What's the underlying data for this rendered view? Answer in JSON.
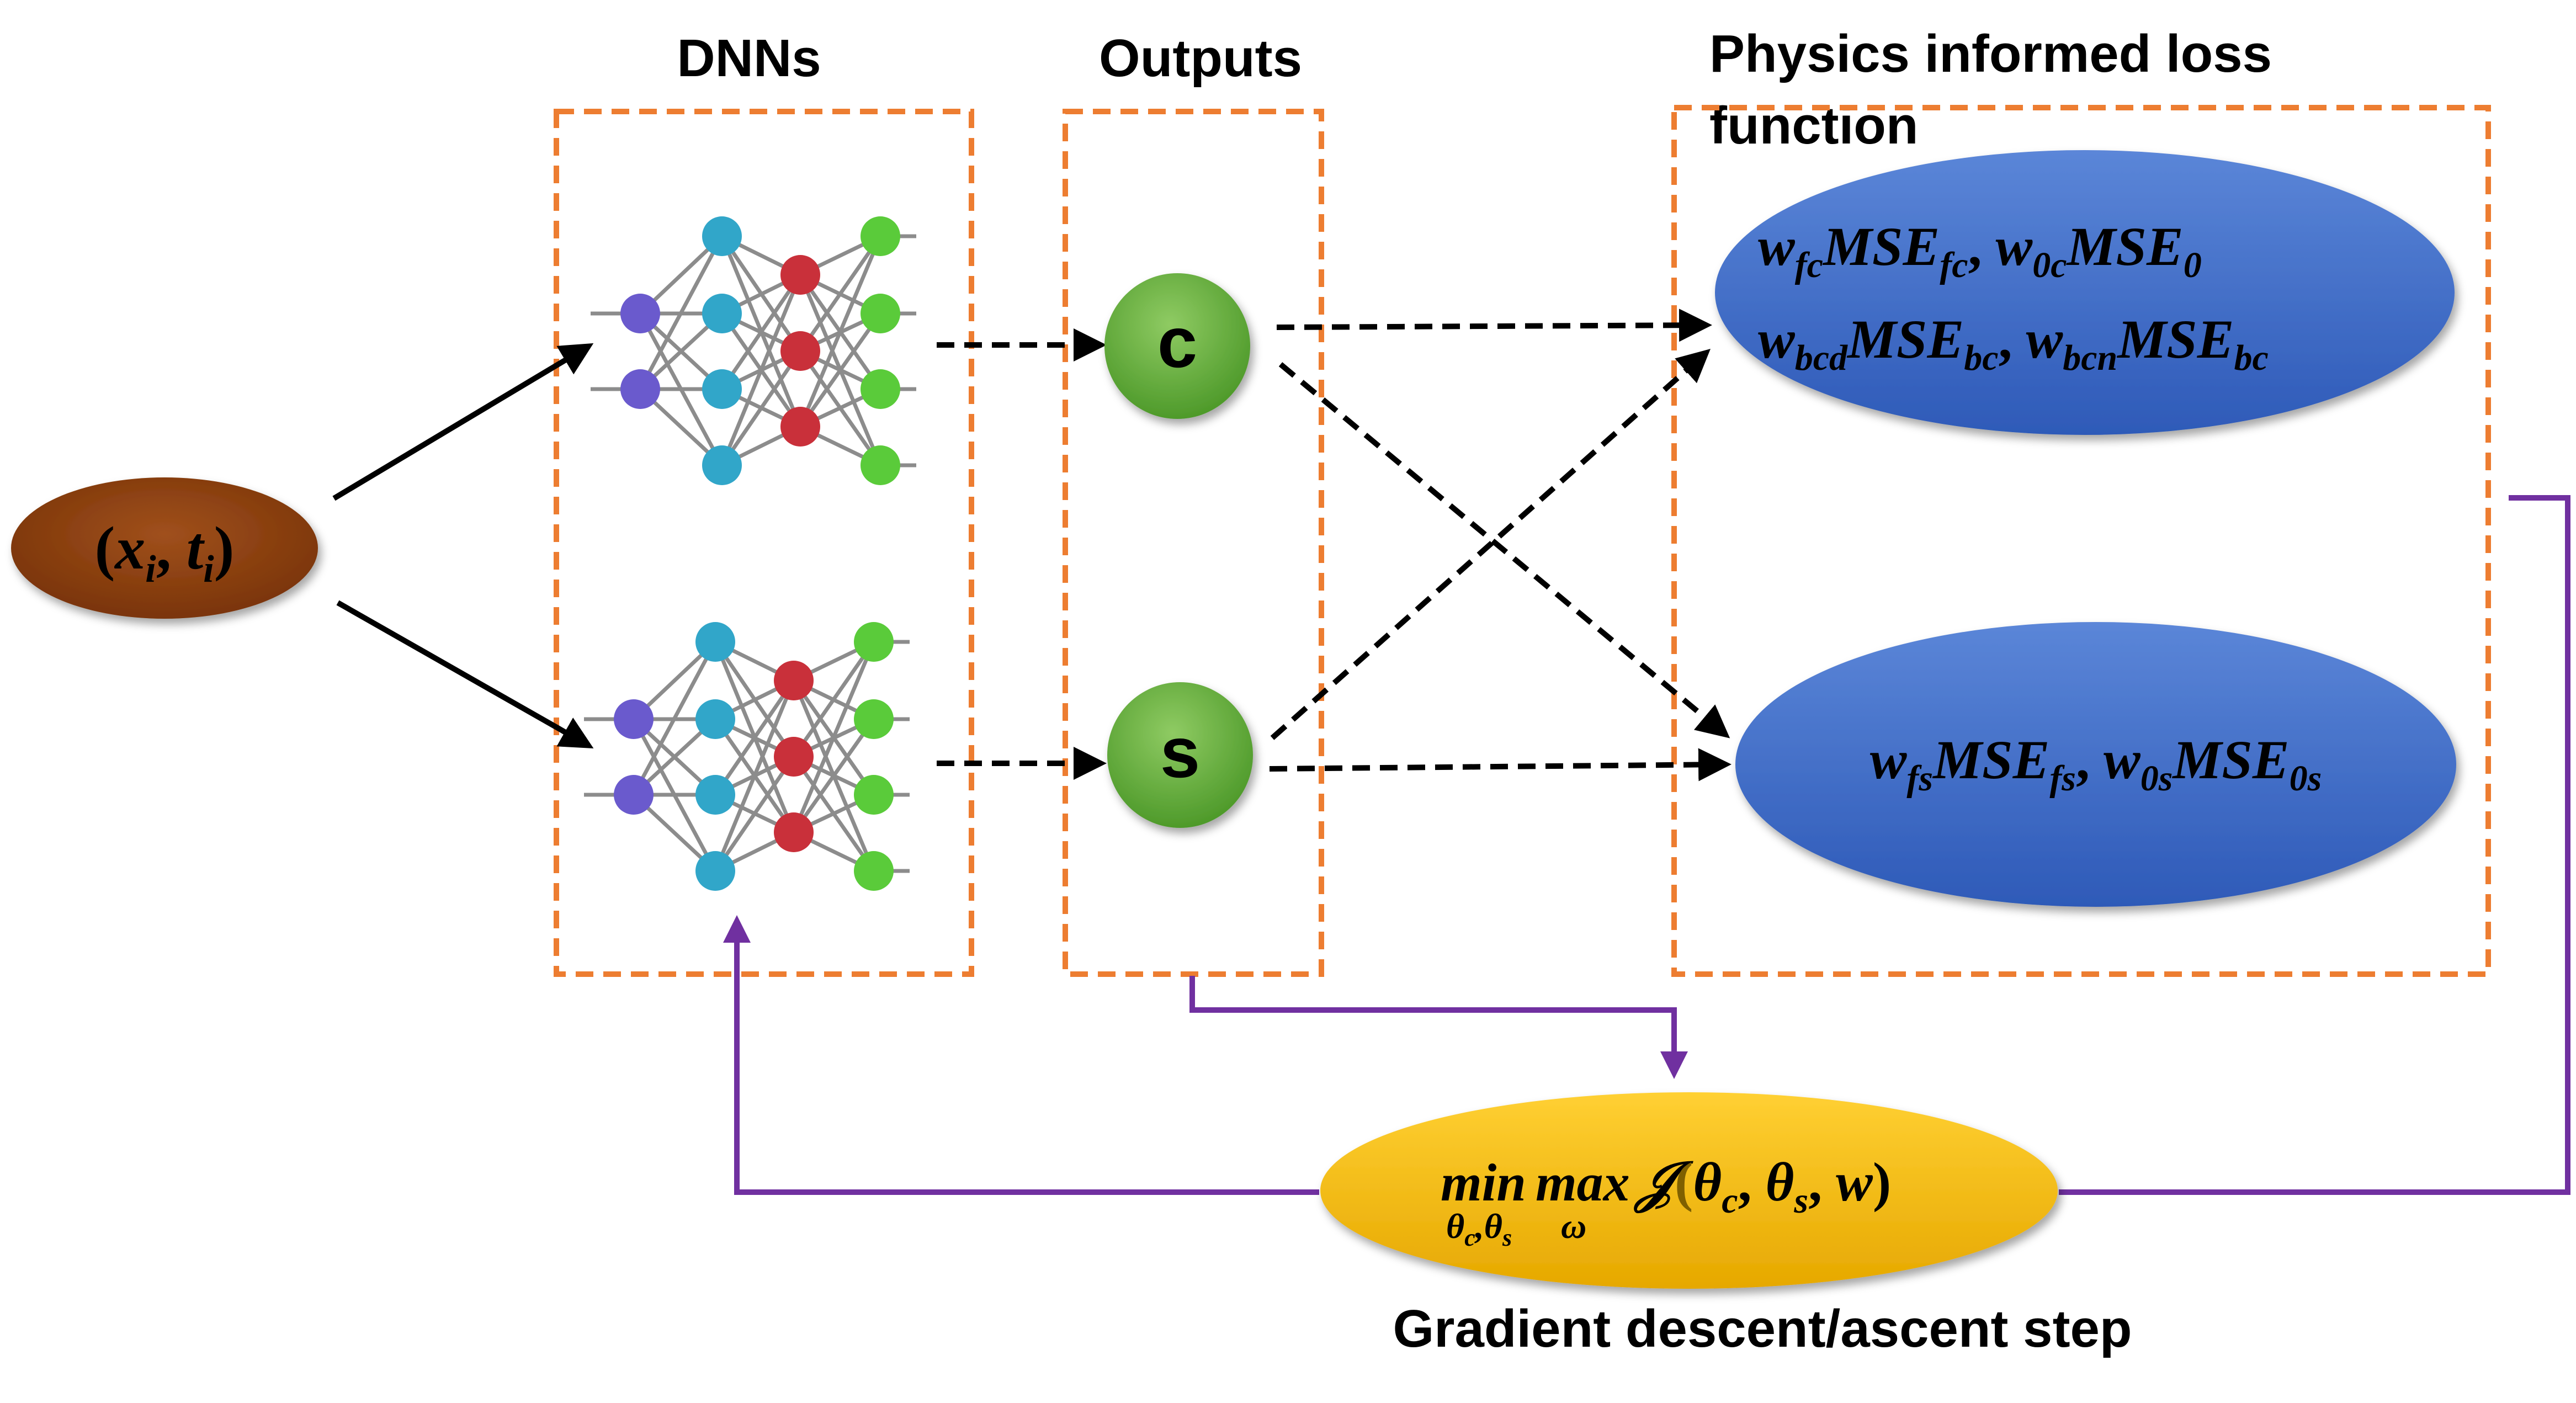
{
  "titles": {
    "dnns": "DNNs",
    "outputs": "Outputs",
    "loss_line1": "Physics informed loss",
    "loss_line2": "function"
  },
  "input": {
    "open": "(",
    "x": "x",
    "x_sub": "i",
    "comma": ", ",
    "t": "t",
    "t_sub": "i",
    "close": ")"
  },
  "outputs": {
    "c": "c",
    "s": "s"
  },
  "loss_top": {
    "w_fc": "w",
    "w_fc_sub": "fc",
    "mse_fc": "MSE",
    "mse_fc_sub": "fc",
    "sep1": ", ",
    "w_0c": "w",
    "w_0c_sub": "0c",
    "mse_0": "MSE",
    "mse_0_sub": "0",
    "w_bcd": "w",
    "w_bcd_sub": "bcd",
    "mse_bc1": "MSE",
    "mse_bc1_sub": "bc",
    "sep2": ", ",
    "w_bcn": "w",
    "w_bcn_sub": "bcn",
    "mse_bc2": "MSE",
    "mse_bc2_sub": "bc"
  },
  "loss_bottom": {
    "w_fs": "w",
    "w_fs_sub": "fs",
    "mse_fs": "MSE",
    "mse_fs_sub": "fs",
    "sep": ", ",
    "w_0s": "w",
    "w_0s_sub": "0s",
    "mse_0s": "MSE",
    "mse_0s_sub": "0s"
  },
  "objective": {
    "min": "min",
    "min_sub": "θ",
    "min_sub_c": "c",
    "min_sub_comma": ",",
    "min_sub2": "θ",
    "min_sub_s": "s",
    "max": "max",
    "max_sub": "ω",
    "J": "𝒥",
    "open": "(",
    "theta_c": "θ",
    "theta_c_sub": "c",
    "comma1": ", ",
    "theta_s": "θ",
    "theta_s_sub": "s",
    "comma2": ", ",
    "w": "w",
    "close": ")"
  },
  "caption": "Gradient descent/ascent step",
  "colors": {
    "orange_dash": "#ED7D31",
    "input_node": "#843C0C",
    "output_node": "#70AD47",
    "loss_ellipse": "#3D6AC8",
    "objective_ellipse": "#F2B705",
    "purple": "#7030A0",
    "nn_purple": "#6A5ACD",
    "nn_cyan": "#31A6C9",
    "nn_red": "#C9303A",
    "nn_green": "#5ACB3A"
  }
}
